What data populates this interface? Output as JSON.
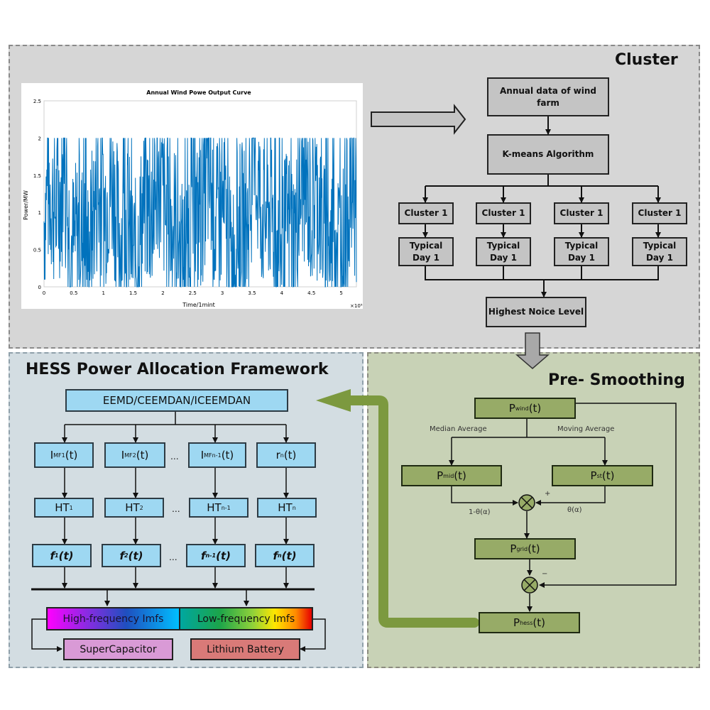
{
  "panels": {
    "cluster": {
      "title": "Cluster"
    },
    "hess": {
      "title": "HESS Power Allocation Framework"
    },
    "smoothing": {
      "title": "Pre- Smoothing"
    }
  },
  "cluster": {
    "annual_data": "Annual data of wind farm",
    "kmeans": "K-means Algorithm",
    "clusters": [
      {
        "cluster": "Cluster 1",
        "day": "Typical Day 1"
      },
      {
        "cluster": "Cluster 1",
        "day": "Typical Day 1"
      },
      {
        "cluster": "Cluster 1",
        "day": "Typical Day 1"
      },
      {
        "cluster": "Cluster 1",
        "day": "Typical Day 1"
      }
    ],
    "highest_noise": "Highest Noice Level"
  },
  "hess": {
    "decomposition": "EEMD/CEEMDAN/ICEEMDAN",
    "imfs": [
      {
        "base": "I",
        "sub": "MF1",
        "tail": "(t)"
      },
      {
        "base": "I",
        "sub": "MF2",
        "tail": "(t)"
      },
      {
        "base": "I",
        "sub": "MFn-1",
        "tail": "(t)"
      },
      {
        "base": "r",
        "sub": "n",
        "tail": "(t)"
      }
    ],
    "hts": [
      {
        "base": "HT",
        "sub": "1"
      },
      {
        "base": "HT",
        "sub": "2"
      },
      {
        "base": "HT",
        "sub": "n-1"
      },
      {
        "base": "HT",
        "sub": "n"
      }
    ],
    "freqs": [
      {
        "base": "f",
        "sub": "1",
        "tail": "(t)"
      },
      {
        "base": "f",
        "sub": "2",
        "tail": "(t)"
      },
      {
        "base": "f",
        "sub": "n-1",
        "tail": "(t)"
      },
      {
        "base": "f",
        "sub": "n",
        "tail": "(t)"
      }
    ],
    "ellipsis": "...",
    "high_freq": "High-frequency Imfs",
    "low_freq": "Low-frequency Imfs",
    "supercap": "SuperCapacitor",
    "battery": "Lithium Battery",
    "colors": {
      "supercap": "#d99ad6",
      "battery": "#d97a78",
      "box": "#9ed8f2",
      "feedback_arrow": "#7c993f"
    }
  },
  "smoothing": {
    "pwind": {
      "base": "P",
      "sub": "wind",
      "tail": "(t)"
    },
    "median_label": "Median Average",
    "moving_label": "Moving Average",
    "pmid": {
      "base": "P",
      "sub": "mid",
      "tail": "(t)"
    },
    "pma": {
      "base": "P",
      "sub": "st",
      "tail": "(t)"
    },
    "plus": "+",
    "minus": "−",
    "weight_left": "1-θ(α)",
    "weight_right": "θ(α)",
    "pgrid": {
      "base": "P",
      "sub": "grid",
      "tail": "(t)"
    },
    "phess": {
      "base": "P",
      "sub": "hess",
      "tail": "(t)"
    }
  },
  "chart_data": {
    "type": "line",
    "title": "Annual Wind Powe Output Curve",
    "xlabel": "Time/1mint",
    "ylabel": "Power/MW",
    "x_multiplier": "×10⁵",
    "xlim": [
      0,
      5.256
    ],
    "ylim": [
      0,
      2.5
    ],
    "xticks": [
      "0",
      "0.5",
      "1",
      "1.5",
      "2",
      "2.5",
      "3",
      "3.5",
      "4",
      "4.5",
      "5"
    ],
    "yticks": [
      "0",
      "0.5",
      "1",
      "1.5",
      "2",
      "2.5"
    ],
    "series": [
      {
        "name": "wind power",
        "color": "#0072bd",
        "description": "dense fluctuating signal between 0 and 2 MW",
        "envelope": {
          "min": 0,
          "max": 2
        }
      }
    ]
  }
}
